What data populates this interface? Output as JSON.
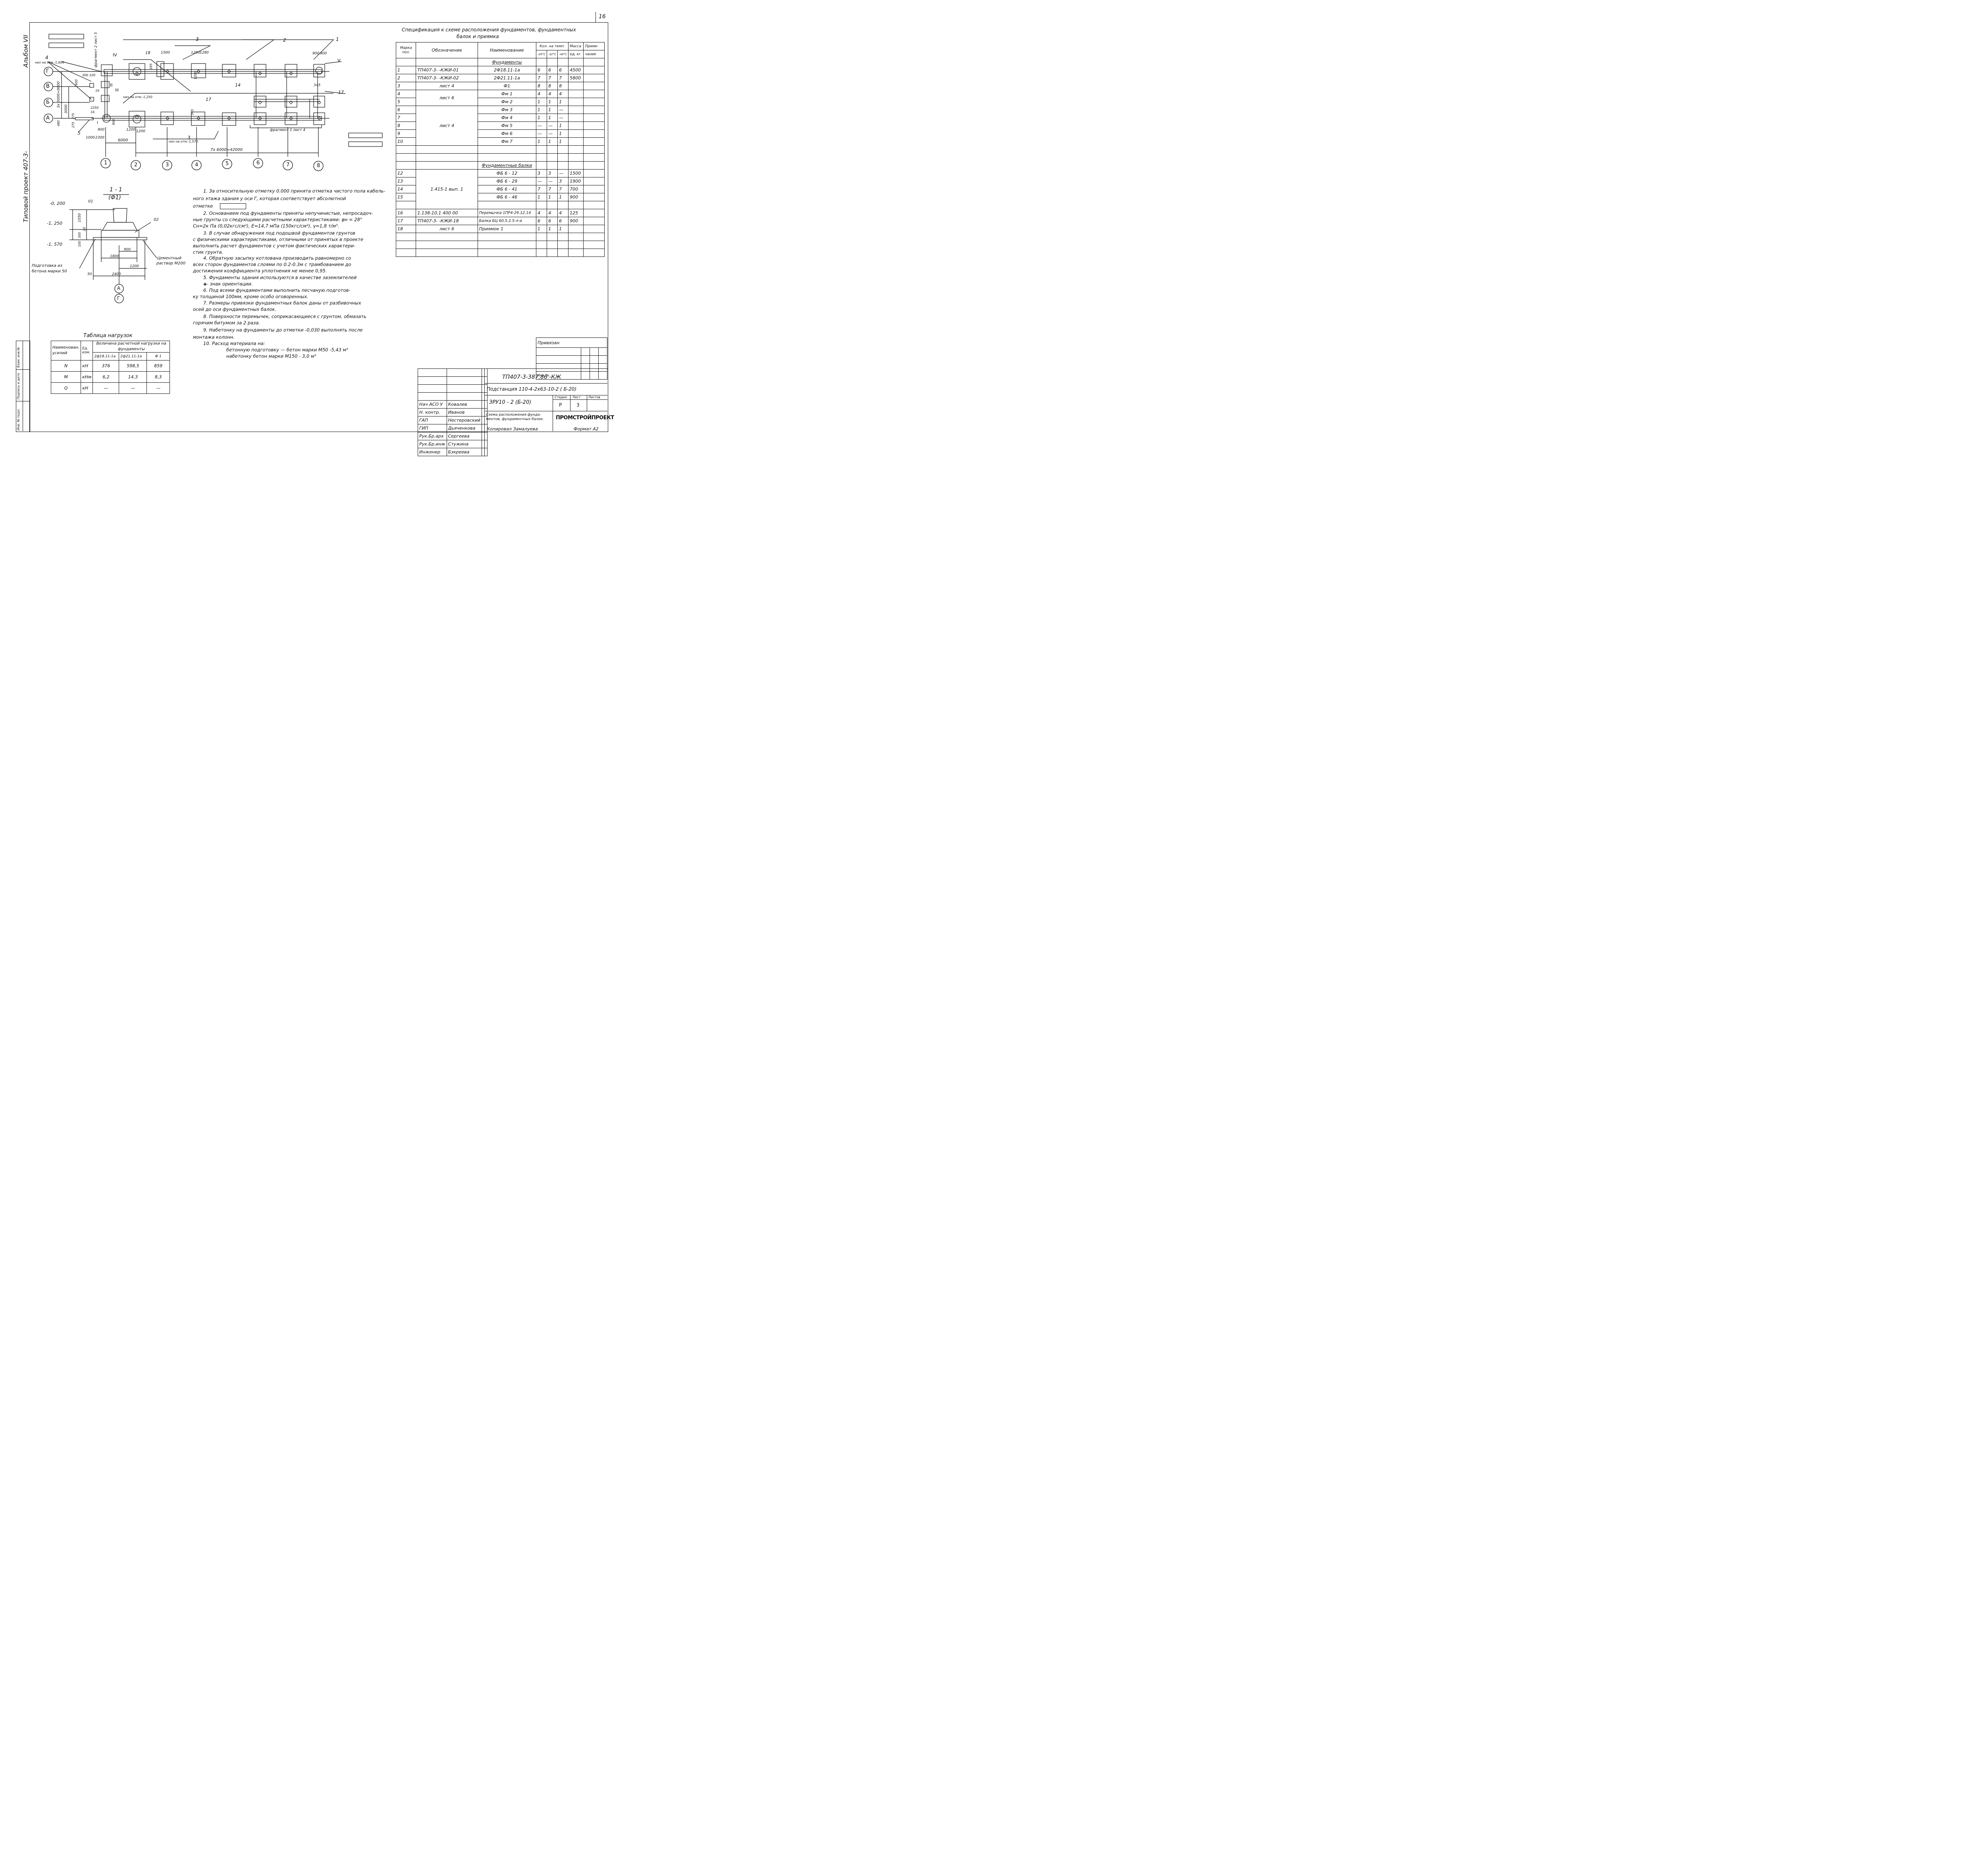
{
  "page_number": "16",
  "album": "Альбом VII",
  "project": "Типовой проект 407-3-",
  "plan": {
    "axes_letters": [
      "Г",
      "В",
      "Б",
      "А"
    ],
    "axes_numbers": [
      "1",
      "2",
      "3",
      "4",
      "5",
      "6",
      "7",
      "8"
    ],
    "dims": {
      "d6000": "6000",
      "d7x6000": "7x 6000=42000",
      "d3x3000": "3x 3000=9000",
      "d3000": "3000",
      "d480": "480",
      "d275a": "275",
      "d275b": "275",
      "d1000": "1000",
      "d2300": "2300",
      "d900a": "900",
      "d900b": "900",
      "d1200a": "1200",
      "d1200b": "1200",
      "d1500": "1500",
      "d1280": "1280",
      "d265": "265",
      "d300": "300",
      "d320": "320",
      "d600": "600",
      "d2250": "2250",
      "d345a": "345",
      "d345b": "345",
      "d900c": "900",
      "d900d": "900",
      "d1200c": "1200",
      "d1200d": "1200"
    },
    "leaders": {
      "n1": "1",
      "n2": "2",
      "n3a": "3",
      "n3b": "3",
      "n4": "4",
      "n5": "5",
      "n14": "14",
      "n16a": "16",
      "n16b": "16",
      "n17a": "17",
      "n17b": "17",
      "n18": "18"
    },
    "roman": [
      "IV",
      "V",
      "II",
      "I",
      "III"
    ],
    "low_mark1": "низ на отм.-1,600",
    "low_mark2": "низ на отм.-1,250",
    "low_mark3": "низ на отм.-1,570",
    "fragment1": "фрагмент 1  лист 4",
    "fragment2": "фрагмент 2  лист 5"
  },
  "section": {
    "title": "1 - 1",
    "subtitle": "(Ф1)",
    "mark_top": "-0, 200",
    "mark_mid": "-1, 250",
    "mark_low": "-1, 570",
    "label01": "01",
    "label02": "02",
    "d1050": "1050",
    "d20": "20",
    "d300": "300",
    "d100": "100",
    "d900": "900",
    "d1800": "1800",
    "d1200": "1200",
    "d2400": "2400",
    "d50": "50",
    "mortar": [
      "Цементный",
      "раствор М200"
    ],
    "prep": [
      "Подготовка из",
      "бетона марки 50"
    ],
    "axisA": "А",
    "axisG": "Г"
  },
  "notes": [
    "1. За относительную отметку 0.000 принята отметка чистого пола кабель-",
    "ного этажа здания у оси Г, которая соответствует абсолютной",
    "отметке",
    "2. Основанием под фундаменты приняты непучинистые, непросадоч-",
    "ные грунты со следующими расчетными характеристиками: φн = 28°",
    "Сн=2к Па (0,02кгс/см²), Е=14,7 мПа (150кгс/см²), γ=1,8 т/м³.",
    "3. В случае обнаружения под подошвой фундаментов грунтов",
    "с физическими характеристиками, отличными от принятых в проекте",
    "выполнить расчет фундаментов с учетом фактических характери-",
    "стик грунта.",
    "4. Обратную засыпку котлована производить равномерно со",
    "всех сторон фундаментов слоями по 0.2-0.3м с трамбованием до",
    "достижения коэффициента уплотнения не менее 0,95.",
    "5. Фундаменты здания используются в качестве заземлителей",
    "◈- знак ориентации.",
    "6. Под всеми фундаментами выполнить песчаную подготов-",
    "ку толщиной 100мм, кроме особо оговоренных.",
    "7. Размеры привязки фундаментных балок даны от разбивочных",
    "осей до оси фундаментных балок.",
    "8. Поверхности перемычек, соприкасающиеся с грунтом, обмазать",
    "горячим битумом за 2 раза.",
    "9. Набетонку на фундаменты до отметки -0,030 выполнять после",
    "монтажа колонн.",
    "10. Расход материала на:",
    "бетонную подготовку — бетон марки М50 -5,43 м³",
    "набетонку                       бетон марки М150 - 3,0 м³"
  ],
  "spec": {
    "title1": "Спецификация к схеме расположения фундаментов, фундаментных",
    "title2": "балок и приямка",
    "head": {
      "mark": [
        "Марка",
        "поз."
      ],
      "designation": "Обозначение",
      "name": "Наименование",
      "qty": "Кол. на темп.",
      "t1": "-20°С",
      "t2": "-32°С",
      "t3": "-40°С",
      "mass": [
        "Масса",
        "ед, кг"
      ],
      "note": [
        "Приме-",
        "чание"
      ]
    },
    "section1": "Фундаменты",
    "section2": "Фундаментные балки",
    "rows": [
      [
        "1",
        "ТП407-3-         -КЖИ-01",
        "2Ф18.11-1а",
        "6",
        "6",
        "6",
        "4500",
        ""
      ],
      [
        "2",
        "ТП407-3-         -КЖИ-02",
        "2Ф21.11-1а",
        "7",
        "7",
        "7",
        "5800",
        ""
      ],
      [
        "3",
        "лист 4",
        "Ф1",
        "8",
        "8",
        "8",
        "",
        ""
      ],
      [
        "4",
        "",
        "Фм 1",
        "4",
        "4",
        "4",
        "",
        ""
      ],
      [
        "5",
        "",
        "Фм 2",
        "1",
        "1",
        "1",
        "",
        ""
      ],
      [
        "6",
        "",
        "Фм 3",
        "1",
        "1",
        "—",
        "",
        ""
      ],
      [
        "7",
        "",
        "Фм 4",
        "1",
        "1",
        "—",
        "",
        ""
      ],
      [
        "8",
        "",
        "Фм 5",
        "—",
        "—",
        "1",
        "",
        ""
      ],
      [
        "9",
        "",
        "Фм 6",
        "—",
        "—",
        "1",
        "",
        ""
      ],
      [
        "10",
        "",
        "Фм 7",
        "1",
        "1",
        "1",
        "",
        ""
      ],
      [
        "12",
        "",
        "ФБ 6 - 12",
        "3",
        "3",
        "—",
        "1500",
        ""
      ],
      [
        "13",
        "",
        "ФБ 6 - 29",
        "—",
        "—",
        "3",
        "1900",
        ""
      ],
      [
        "14",
        "",
        "ФБ 6 - 41",
        "7",
        "7",
        "7",
        "700",
        ""
      ],
      [
        "15",
        "",
        "ФБ 6 - 46",
        "1",
        "1",
        "1",
        "900",
        ""
      ],
      [
        "16",
        "1.138-10,1 400 00",
        "Перемычка 1ПР4-29.12.14",
        "4",
        "4",
        "4",
        "125",
        ""
      ],
      [
        "17",
        "ТП407-3-     -КЖИ-18",
        "Балка БЦ 60.5.2.5-л-а",
        "6",
        "6",
        "6",
        "900",
        ""
      ],
      [
        "18",
        "лист 6",
        "Приямок 1",
        "1",
        "1",
        "1",
        "",
        ""
      ]
    ],
    "merged": {
      "list6": "лист 6",
      "list4": "лист 4",
      "vyp": "1.415-1 вып. 1"
    }
  },
  "loads": {
    "title": "Таблица нагрузок",
    "head1": "Наименован. усилий",
    "head2": "Ед. изм.",
    "head3": "Величина расчетной нагрузки на фундаменты",
    "cols": [
      "2ф18.11-1а",
      "2ф21.11-1а",
      "Ф 1"
    ],
    "rows": [
      [
        "N",
        "кН",
        "376",
        "598,5",
        "859"
      ],
      [
        "М",
        "кНм",
        "6,2",
        "14,3",
        "8,3"
      ],
      [
        "Q",
        "кН",
        "—",
        "—",
        "—"
      ]
    ]
  },
  "stamp": {
    "privyazan": "Привязан",
    "inv": "Инв. №",
    "code": "ТП407-3-387.86   -КЖ",
    "object": "Подстанция 110-4-2x63-10-2 ( Б-20)",
    "part": "ЗРУ10 - 2  (Б-20)",
    "title": "Схема расположения фунда-ментов, фундаментных балок.",
    "stage_h": "Стадия",
    "sheet_h": "Лист",
    "sheets_h": "Листов",
    "stage": "Р",
    "sheet": "3",
    "sheets": "",
    "org": "ПРОМСТРОЙПРОЕКТ",
    "people": [
      [
        "Нач АСО У",
        "Ковалев"
      ],
      [
        "Н. контр.",
        "Иванов"
      ],
      [
        "ГАП",
        "Нестеровский"
      ],
      [
        "ГИП",
        "Дьяченкова"
      ],
      [
        "Рук.Бр.арх",
        "Сергеева"
      ],
      [
        "Рук.Бр.инж",
        "Стужина"
      ],
      [
        "Инженер",
        "Бзкреева"
      ]
    ],
    "copied": "Копировал  Замалуева",
    "format": "Формат А2",
    "left_strip": [
      "Инв. № подл.",
      "Подпись и дата",
      "Взам. инв.№"
    ]
  }
}
